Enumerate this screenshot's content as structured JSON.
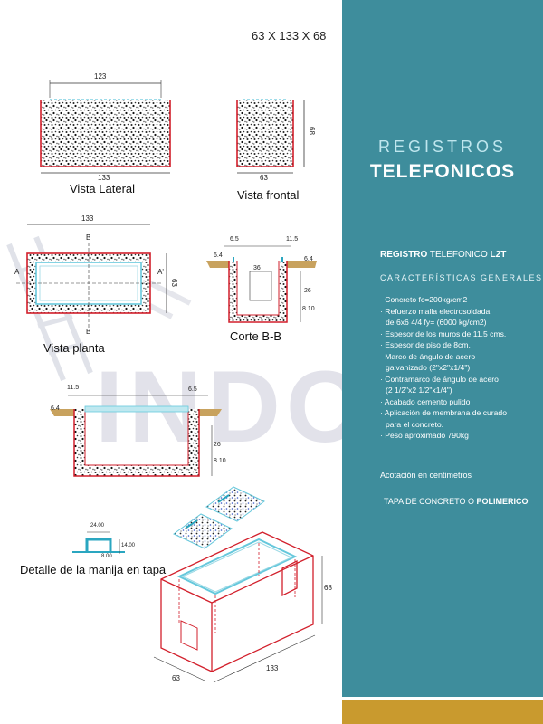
{
  "header": {
    "dimensions": "63 X 133 X 68"
  },
  "drawings": {
    "vista_lateral": {
      "label": "Vista Lateral",
      "dim_top": "123",
      "dim_bottom": "133"
    },
    "vista_frontal": {
      "label": "Vista frontal",
      "dim_side": "68",
      "dim_bottom": "63"
    },
    "vista_planta": {
      "label": "Vista planta",
      "dim_top": "133",
      "dim_side": "63",
      "mark_b": "B",
      "mark_a": "A",
      "mark_a2": "A'"
    },
    "corte_bb": {
      "label": "Corte B-B",
      "dim_a": "6.5",
      "dim_b": "11.5",
      "dim_c": "36",
      "dim_d": "26",
      "dim_e": "8.10",
      "dim_f": "6.4",
      "dim_g": "6.4"
    },
    "corte_aa": {
      "dim_a": "11.5",
      "dim_b": "6.5",
      "dim_c": "26",
      "dim_d": "8.10",
      "dim_e": "6.4"
    },
    "manija": {
      "label": "Detalle de la manija en tapa",
      "dim_a": "24.00",
      "dim_b": "14.00",
      "dim_c": "8.00"
    },
    "isometrico": {
      "dim_height": "68",
      "dim_width": "63",
      "dim_length": "133"
    }
  },
  "watermark": "INDOCE",
  "sidebar": {
    "title_line1": "REGISTROS",
    "title_line2": "TELEFONICOS",
    "registro_label": "REGISTRO",
    "registro_rest": "TELEFONICO",
    "registro_code": "L2T",
    "subtitle": "CARACTERÍSTICAS GENERALES",
    "features": [
      "· Concreto fc=200kg/cm2",
      "· Refuerzo malla electrosoldada",
      "  de 6x6 4/4 fy= (6000 kg/cm2)",
      "· Espesor de los muros de 11.5 cms.",
      "· Espesor de piso de 8cm.",
      "· Marco de ángulo de acero",
      "  galvanizado (2\"x2\"x1/4\")",
      "· Contramarco de ángulo de acero",
      "  (2 1/2\"x2 1/2\"x1/4\")",
      "· Acabado cemento pulido",
      "· Aplicación de membrana de curado",
      "  para el concreto.",
      "· Peso aproximado 790kg"
    ],
    "acotacion": "Acotación en centimetros",
    "tapa_prefix": "TAPA DE CONCRETO O",
    "tapa_bold": "POLIMERICO"
  },
  "colors": {
    "teal": "#3e8d9c",
    "gold": "#c99a2e",
    "red": "#d21f2b",
    "cyan": "#7fd4e0",
    "tan": "#c8a25e"
  }
}
